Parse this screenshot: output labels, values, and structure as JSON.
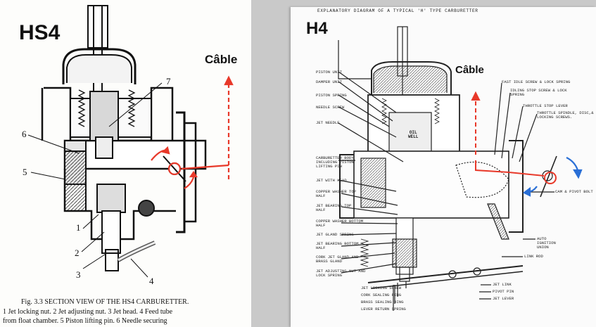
{
  "left": {
    "title": "HS4",
    "cable_label": "Câble",
    "callouts": [
      "1",
      "2",
      "3",
      "4",
      "5",
      "6",
      "7"
    ],
    "caption_line1": "Fig. 3.3   SECTION VIEW OF THE HS4 CARBURETTER.",
    "caption_line2": "1  Jet locking nut.   2  Jet adjusting nut.   3  Jet head.   4  Feed tube",
    "caption_line3": "from float chamber.   5  Piston lifting pin.   6  Needle securing"
  },
  "right": {
    "header": "EXPLANATORY  DIAGRAM  OF  A  TYPICAL  'H'  TYPE  CARBURETTER",
    "title": "H4",
    "cable_label": "Câble",
    "oil_well": "OIL\nWELL",
    "labels_left": [
      "PISTON UNIT",
      "DAMPER UNIT",
      "PISTON SPRING",
      "NEEDLE SCREW",
      "JET NEEDLE",
      "CARBURETTER BODY INCLUDING PISTON LIFTING PIN",
      "JET WITH HEAD",
      "COPPER WASHER TOP HALF",
      "JET BEARING TOP HALF",
      "COPPER WASHER BOTTOM HALF",
      "JET GLAND SPRING",
      "JET BEARING BOTTOM HALF",
      "CORK JET GLAND AND BRASS GLAND",
      "JET ADJUSTING NUT AND LOCK SPRING",
      "JET LOCKING SCREW",
      "CORK SEALING RING",
      "BRASS SEALING RING",
      "LEVER RETURN SPRING"
    ],
    "labels_right": [
      "FAST IDLE SCREW & LOCK SPRING",
      "IDLING STOP SCREW & LOCK SPRING",
      "THROTTLE STOP LEVER",
      "THROTTLE SPINDLE, DISC,& LOCKING SCREWS.",
      "CAM & PIVOT BOLT",
      "AUTO IGNITION UNION",
      "LINK ROD",
      "JET LINK",
      "PIVOT PIN",
      "JET LEVER"
    ]
  },
  "colors": {
    "annotation_red": "#e8392a",
    "annotation_blue": "#2a6fd6"
  }
}
